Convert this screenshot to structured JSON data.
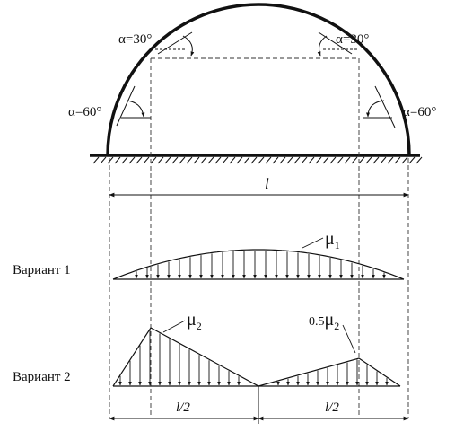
{
  "angles": {
    "top_left": "α=30°",
    "top_right": "α=30°",
    "mid_left": "α=60°",
    "mid_right": "α=60°"
  },
  "span_label": "l",
  "variant1": {
    "label": "Вариант 1",
    "coef_symbol": "μ",
    "coef_subscript": "1"
  },
  "variant2": {
    "label": "Вариант 2",
    "left_coef_symbol": "μ",
    "left_coef_subscript": "2",
    "right_coef_prefix": "0.5",
    "right_coef_symbol": "μ",
    "right_coef_subscript": "2"
  },
  "half_span_left": "l/2",
  "half_span_right": "l/2",
  "colors": {
    "ink": "#111111",
    "background": "#ffffff"
  }
}
